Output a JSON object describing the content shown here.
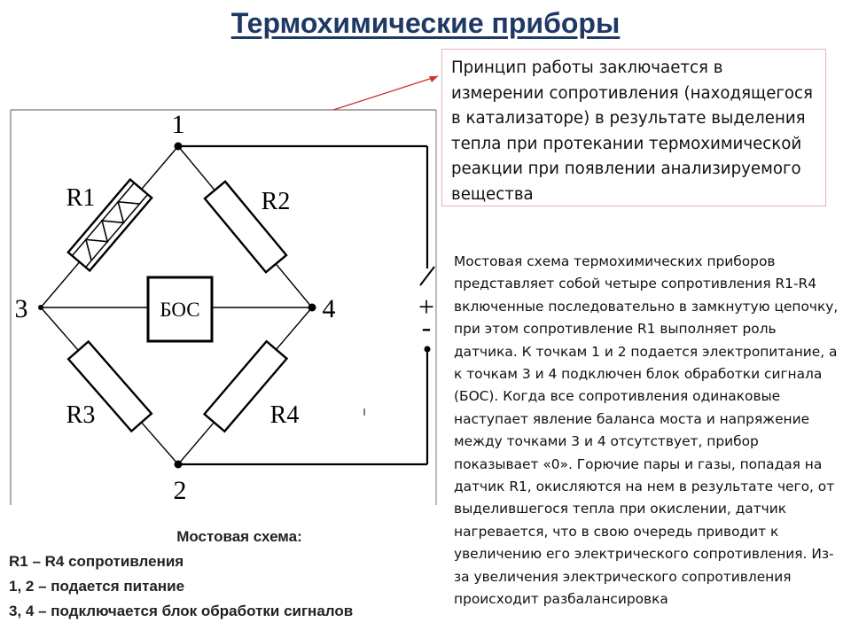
{
  "title": "Термохимические приборы",
  "callout": {
    "text": "Принцип работы заключается в измерении сопротивления (находящегося в катализаторе) в результате выделения тепла при протекании термохимической реакции при появлении анализируемого вещества"
  },
  "diagram": {
    "node_labels": {
      "n1": "1",
      "n2": "2",
      "n3": "3",
      "n4": "4"
    },
    "resistors": {
      "r1": "R1",
      "r2": "R2",
      "r3": "R3",
      "r4": "R4"
    },
    "block_label": "БОС",
    "plus_sign": "+",
    "minus_sign": "-"
  },
  "description": "Мостовая схема термохимических приборов представляет собой четыре сопротивления R1-R4 включенные последовательно в замкнутую цепочку, при этом сопротивление R1 выполняет роль датчика. К точкам 1 и 2 подается электропитание, а к точкам 3 и 4 подключен блок обработки сигнала (БОС). Когда все сопротивления одинаковые наступает явление баланса моста и напряжение между точками 3 и 4 отсутствует, прибор показывает «0». Горючие пары и газы, попадая на датчик R1, окисляются на нем в результате чего, от выделившегося тепла при окислении, датчик нагревается, что в свою очередь приводит к увеличению его электрического сопротивления. Из-за увеличения электрического сопротивления происходит разбалансировка",
  "legend": {
    "caption": "Мостовая схема:",
    "line1": "R1 – R4 сопротивления",
    "line2": "1, 2 – подается питание",
    "line3": "3, 4  – подключается блок обработки сигналов"
  }
}
